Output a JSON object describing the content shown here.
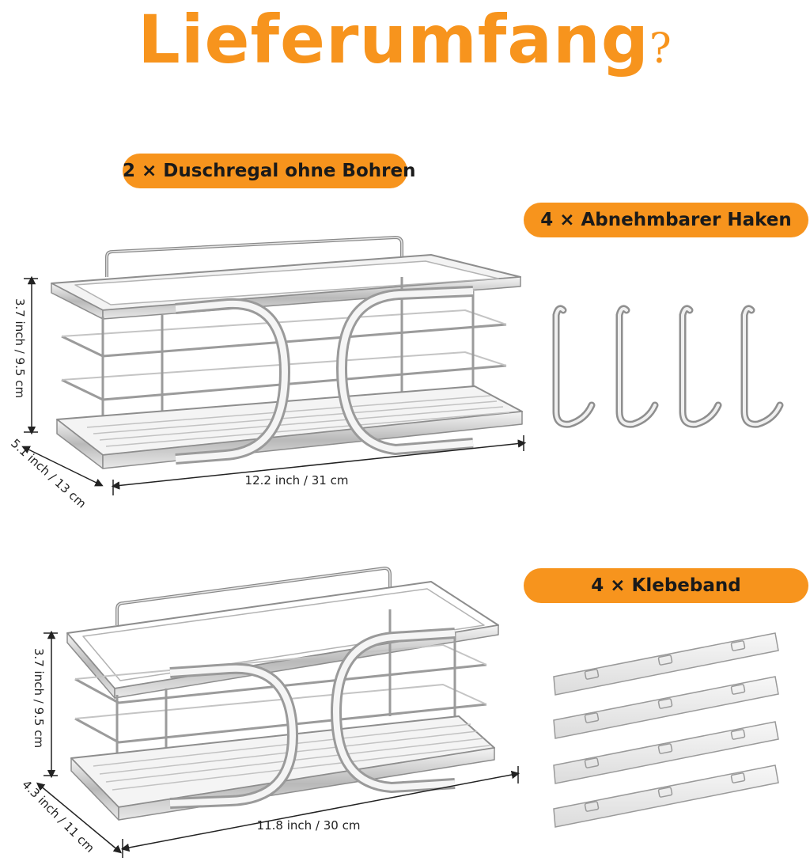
{
  "page": {
    "title": "Lieferumfang",
    "title_mark": "?",
    "accent_color": "#f7941d"
  },
  "labels": {
    "shelves": "2 × Duschregal ohne Bohren",
    "hooks": "4 × Abnehmbarer Haken",
    "tape": "4 × Klebeband"
  },
  "shelf_top": {
    "height": "3.7 inch / 9.5 cm",
    "depth": "5.1 inch / 13 cm",
    "width": "12.2 inch / 31 cm"
  },
  "shelf_bottom": {
    "height": "3.7 inch / 9.5 cm",
    "depth": "4.3 inch / 11 cm",
    "width": "11.8 inch / 30 cm"
  }
}
